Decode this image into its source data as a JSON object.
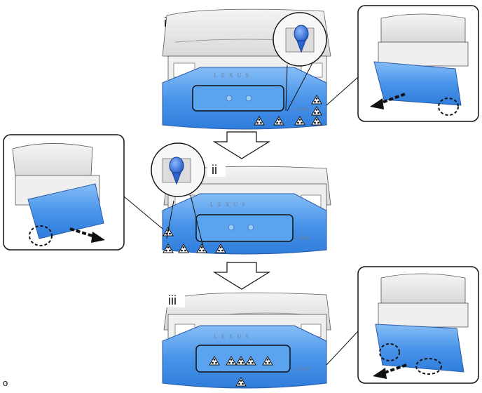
{
  "steps": [
    {
      "label": "i"
    },
    {
      "label": "ii"
    },
    {
      "label": "iii"
    }
  ],
  "vehicle": {
    "badge_text": "LEXUS",
    "model_text": "L-3760"
  },
  "footer": {
    "code": "o"
  },
  "colors": {
    "panel_blue": "#3f8de8",
    "panel_blue_light": "#7fb6f3",
    "clip_blue": "#2f6fd6",
    "outline": "#111111",
    "body_gray": "#e9e9e9"
  },
  "icons": [
    "clip-icon",
    "arrow-down-icon",
    "removal-arrow-icon",
    "clip-marker-icon"
  ]
}
